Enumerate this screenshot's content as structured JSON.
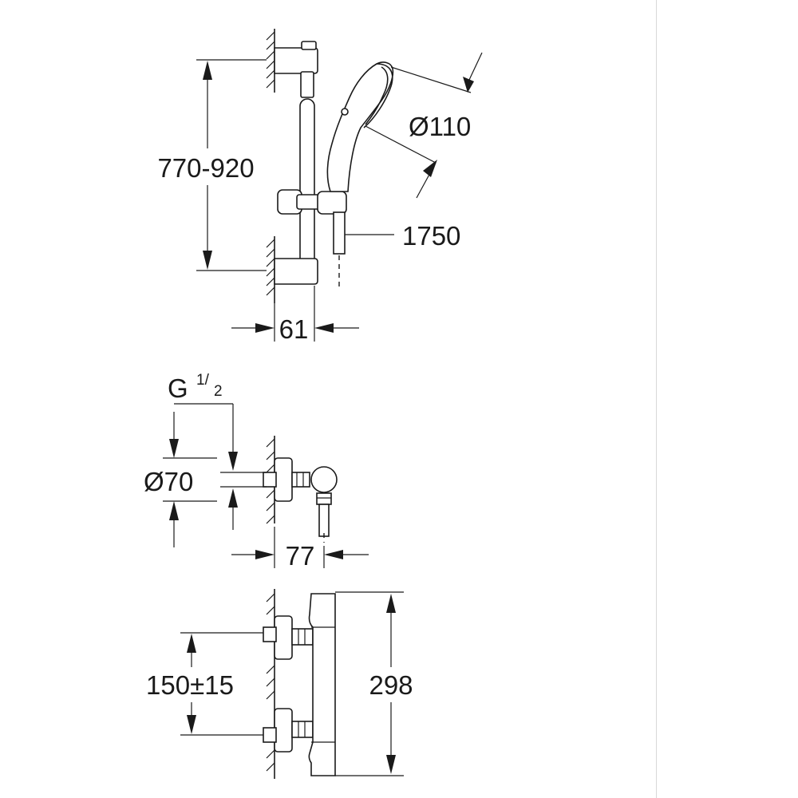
{
  "diagram": {
    "shower_set": {
      "rail_height_label": "770-920",
      "handshower_diameter_label": "Ø110",
      "hose_length_label": "1750",
      "rail_offset_label": "61"
    },
    "mixer_side": {
      "connection_label_main": "G",
      "connection_label_fraction": "1/",
      "connection_label_sub": "2",
      "escutcheon_diameter_label": "Ø70",
      "projection_label": "77"
    },
    "mixer_front": {
      "centers_label": "150±15",
      "body_length_label": "298"
    }
  }
}
